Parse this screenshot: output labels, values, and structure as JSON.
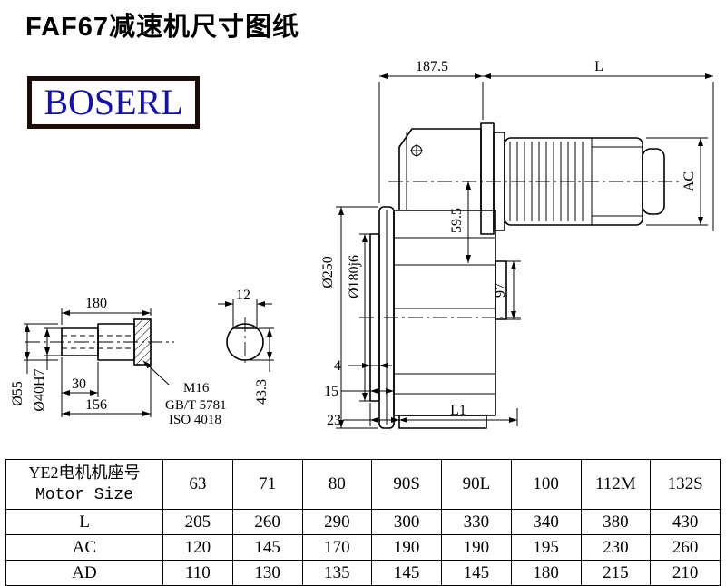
{
  "page": {
    "title": "FAF67减速机尺寸图纸",
    "logo": "BOSERL"
  },
  "drawing": {
    "dims": {
      "width_187": "187.5",
      "motor_length": "L",
      "motor_diameter": "AC",
      "flange_diameter": "Ø250",
      "spigot_diameter": "Ø180j6",
      "height_59": "59.5",
      "height_97": "97",
      "offset_4": "4",
      "offset_15": "15",
      "offset_23": "23",
      "length_l1": "L1",
      "shaft_length": "180",
      "key_width": "12",
      "shaft_od": "Ø55",
      "bore": "Ø40H7",
      "len_30": "30",
      "len_156": "156",
      "thread": "M16",
      "std_gb": "GB/T 5781",
      "std_iso": "ISO 4018",
      "key_height": "43.3"
    }
  },
  "table": {
    "header_line1": "YE2电机机座号",
    "header_line2": "Motor Size",
    "sizes": [
      "63",
      "71",
      "80",
      "90S",
      "90L",
      "100",
      "112M",
      "132S"
    ],
    "rows": [
      {
        "label": "L",
        "values": [
          "205",
          "260",
          "290",
          "300",
          "330",
          "340",
          "380",
          "430"
        ]
      },
      {
        "label": "AC",
        "values": [
          "120",
          "145",
          "170",
          "190",
          "190",
          "195",
          "230",
          "260"
        ]
      },
      {
        "label": "AD",
        "values": [
          "110",
          "130",
          "135",
          "145",
          "145",
          "180",
          "215",
          "210"
        ]
      }
    ]
  }
}
